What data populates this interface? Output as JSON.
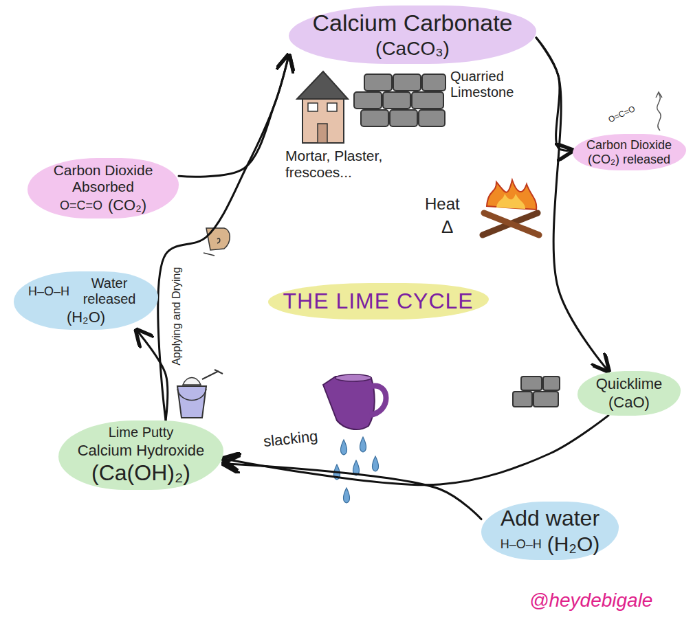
{
  "diagram": {
    "title": "THE LIME CYCLE",
    "nodes": [
      {
        "text": [
          "Calcium Carbonate",
          "(CaCO₃)"
        ]
      },
      {
        "text": [
          "Carbon Dioxide (CO₂) released"
        ]
      },
      {
        "text": [
          "Quicklime",
          "(CaO)"
        ]
      },
      {
        "text": [
          "Add water",
          "H–O–H",
          "(H₂O)"
        ]
      },
      {
        "text": [
          "Lime Putty",
          "Calcium Hydroxide",
          "(Ca(OH)₂)"
        ]
      },
      {
        "text": [
          "Water released",
          "H–O–H",
          "(H₂O)"
        ]
      },
      {
        "text": [
          "Carbon Dioxide Absorbed",
          "O=C=O",
          "(CO₂)"
        ]
      }
    ],
    "edges": [
      {
        "from": 0,
        "to": 1,
        "arrow": "to"
      },
      {
        "from": 0,
        "to": 2,
        "arrow": "to"
      },
      {
        "from": 2,
        "to": 4,
        "label": "slacking",
        "arrow": "to"
      },
      {
        "from": 3,
        "to": 4,
        "arrow": "to"
      },
      {
        "from": 4,
        "to": 5,
        "arrow": "to"
      },
      {
        "from": 4,
        "to": 0,
        "label": "Applying and Drying",
        "arrow": "to"
      },
      {
        "from": 6,
        "to": 0,
        "arrow": "to"
      }
    ],
    "labels": [
      "Quarried Limestone",
      "Mortar, Plaster, frescoes...",
      "Heat",
      "Δ",
      "O=C=O",
      "@heydebigale"
    ]
  }
}
